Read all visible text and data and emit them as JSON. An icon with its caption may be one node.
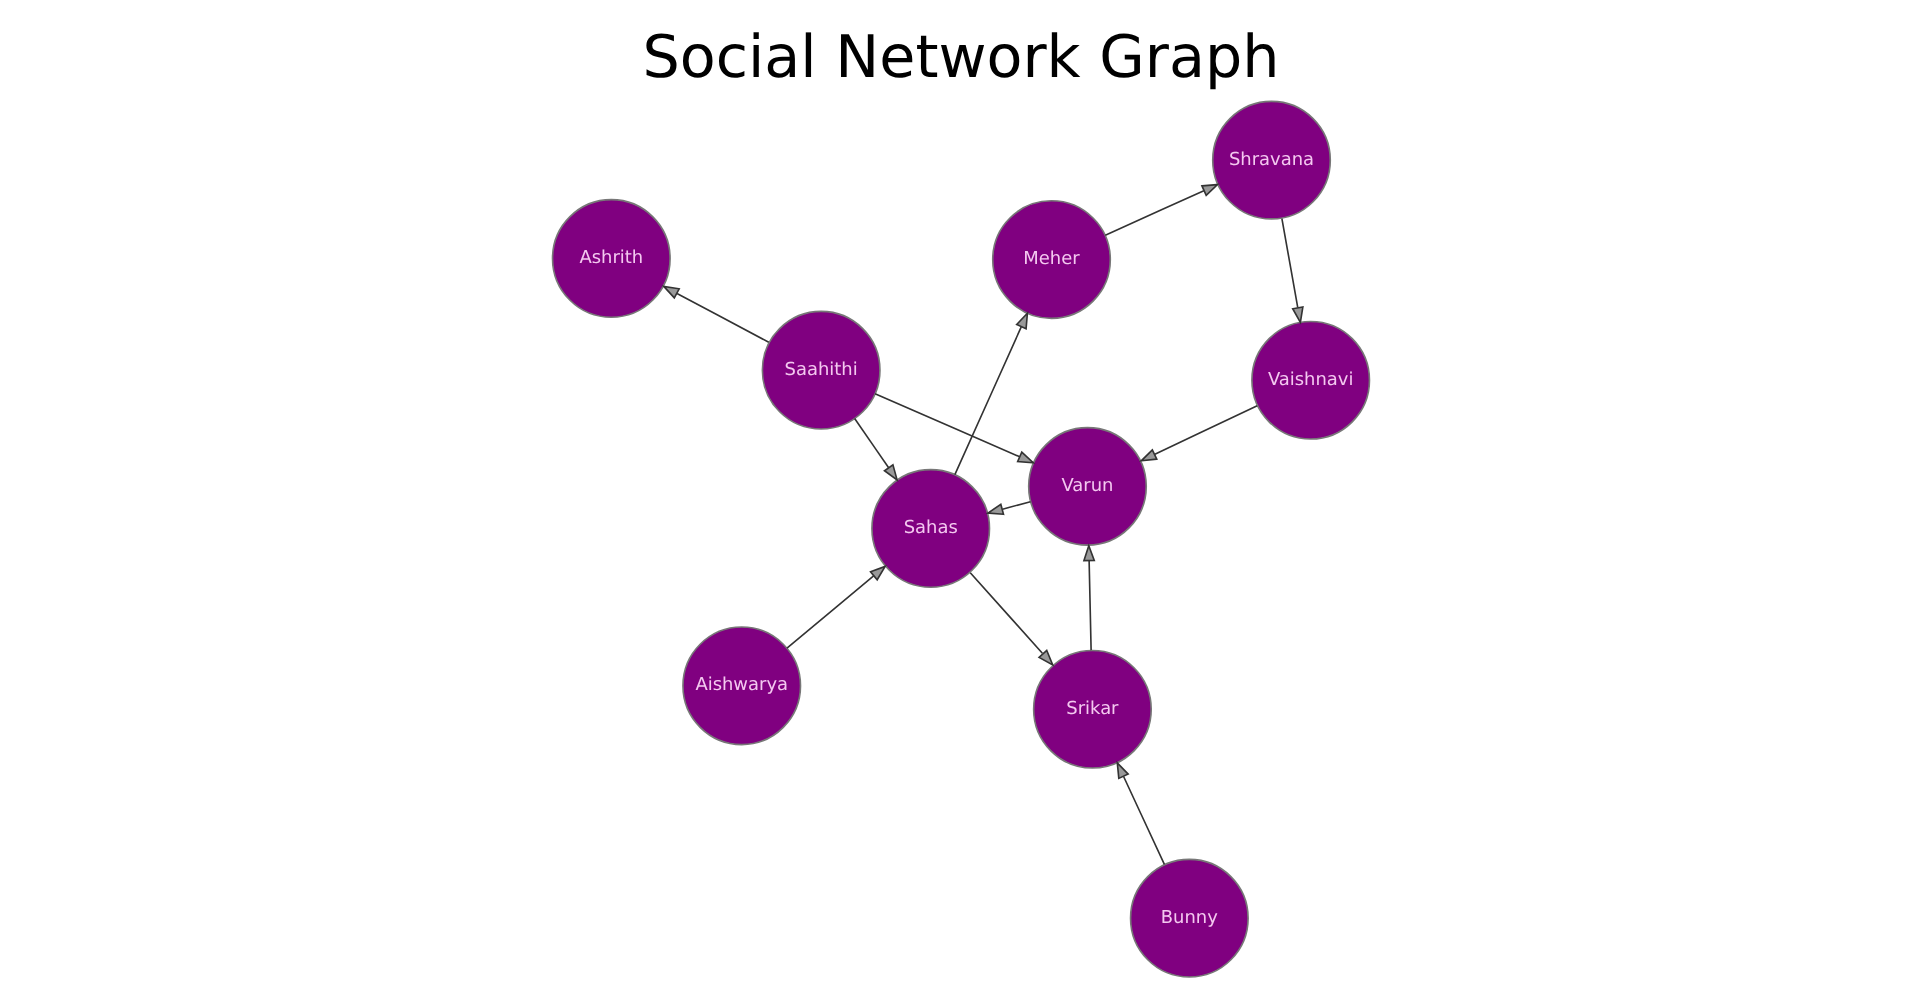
{
  "diagram": {
    "title": "Social Network Graph",
    "nodes": [
      {
        "text": [
          "Varun"
        ]
      },
      {
        "text": [
          "Vaishnavi"
        ]
      },
      {
        "text": [
          "Shravana"
        ]
      },
      {
        "text": [
          "Saahithi"
        ]
      },
      {
        "text": [
          "Sahas"
        ]
      },
      {
        "text": [
          "Meher"
        ]
      },
      {
        "text": [
          "Ashrith"
        ]
      },
      {
        "text": [
          "Srikar"
        ]
      },
      {
        "text": [
          "Aishwarya"
        ]
      },
      {
        "text": [
          "Bunny"
        ]
      }
    ],
    "edges": [
      {
        "from": 2,
        "to": 1,
        "arrow": "to"
      },
      {
        "from": 1,
        "to": 0,
        "arrow": "to"
      },
      {
        "from": 0,
        "to": 4,
        "arrow": "to"
      },
      {
        "from": 3,
        "to": 0,
        "arrow": "to"
      },
      {
        "from": 3,
        "to": 4,
        "arrow": "to"
      },
      {
        "from": 3,
        "to": 6,
        "arrow": "to"
      },
      {
        "from": 4,
        "to": 5,
        "arrow": "to"
      },
      {
        "from": 5,
        "to": 2,
        "arrow": "to"
      },
      {
        "from": 4,
        "to": 7,
        "arrow": "to"
      },
      {
        "from": 7,
        "to": 0,
        "arrow": "to"
      },
      {
        "from": 8,
        "to": 4,
        "arrow": "to"
      },
      {
        "from": 9,
        "to": 7,
        "arrow": "to"
      }
    ]
  }
}
